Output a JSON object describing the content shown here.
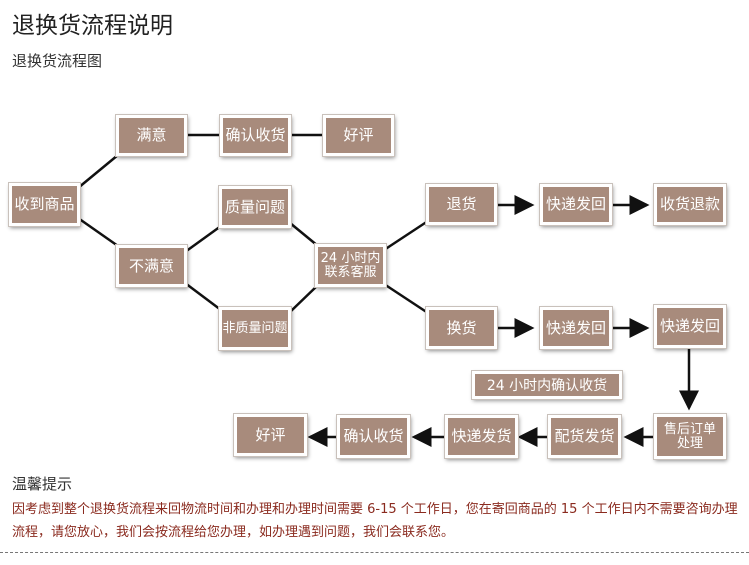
{
  "header": {
    "title": "退换货流程说明",
    "subtitle": "退换货流程图"
  },
  "nodes": {
    "receive": "收到商品",
    "satisfied": "满意",
    "confirm_top": "确认收货",
    "good_top": "好评",
    "unsatisfied": "不满意",
    "quality_issue": "质量问题",
    "non_quality_issue": "非质量问题",
    "service_line1": "24 小时内",
    "service_line2": "联系客服",
    "return": "退货",
    "return_ship": "快递发回",
    "refund": "收货退款",
    "exchange": "换货",
    "exchange_ship": "快递发回",
    "exchange_ship2": "快递发回",
    "after_sales_line1": "售后订单",
    "after_sales_line2": "处理",
    "distribution": "配货发货",
    "express_out": "快递发货",
    "confirm_bottom": "确认收货",
    "good_bottom": "好评"
  },
  "banner": "24 小时内确认收货",
  "tips": {
    "title": "温馨提示",
    "body": "因考虑到整个退换货流程来回物流时间和办理和办理时间需要 6-15 个工作日，您在寄回商品的 15 个工作日内不需要咨询办理流程，请您放心，我们会按流程给您办理，如办理遇到问题，我们会联系您。"
  }
}
